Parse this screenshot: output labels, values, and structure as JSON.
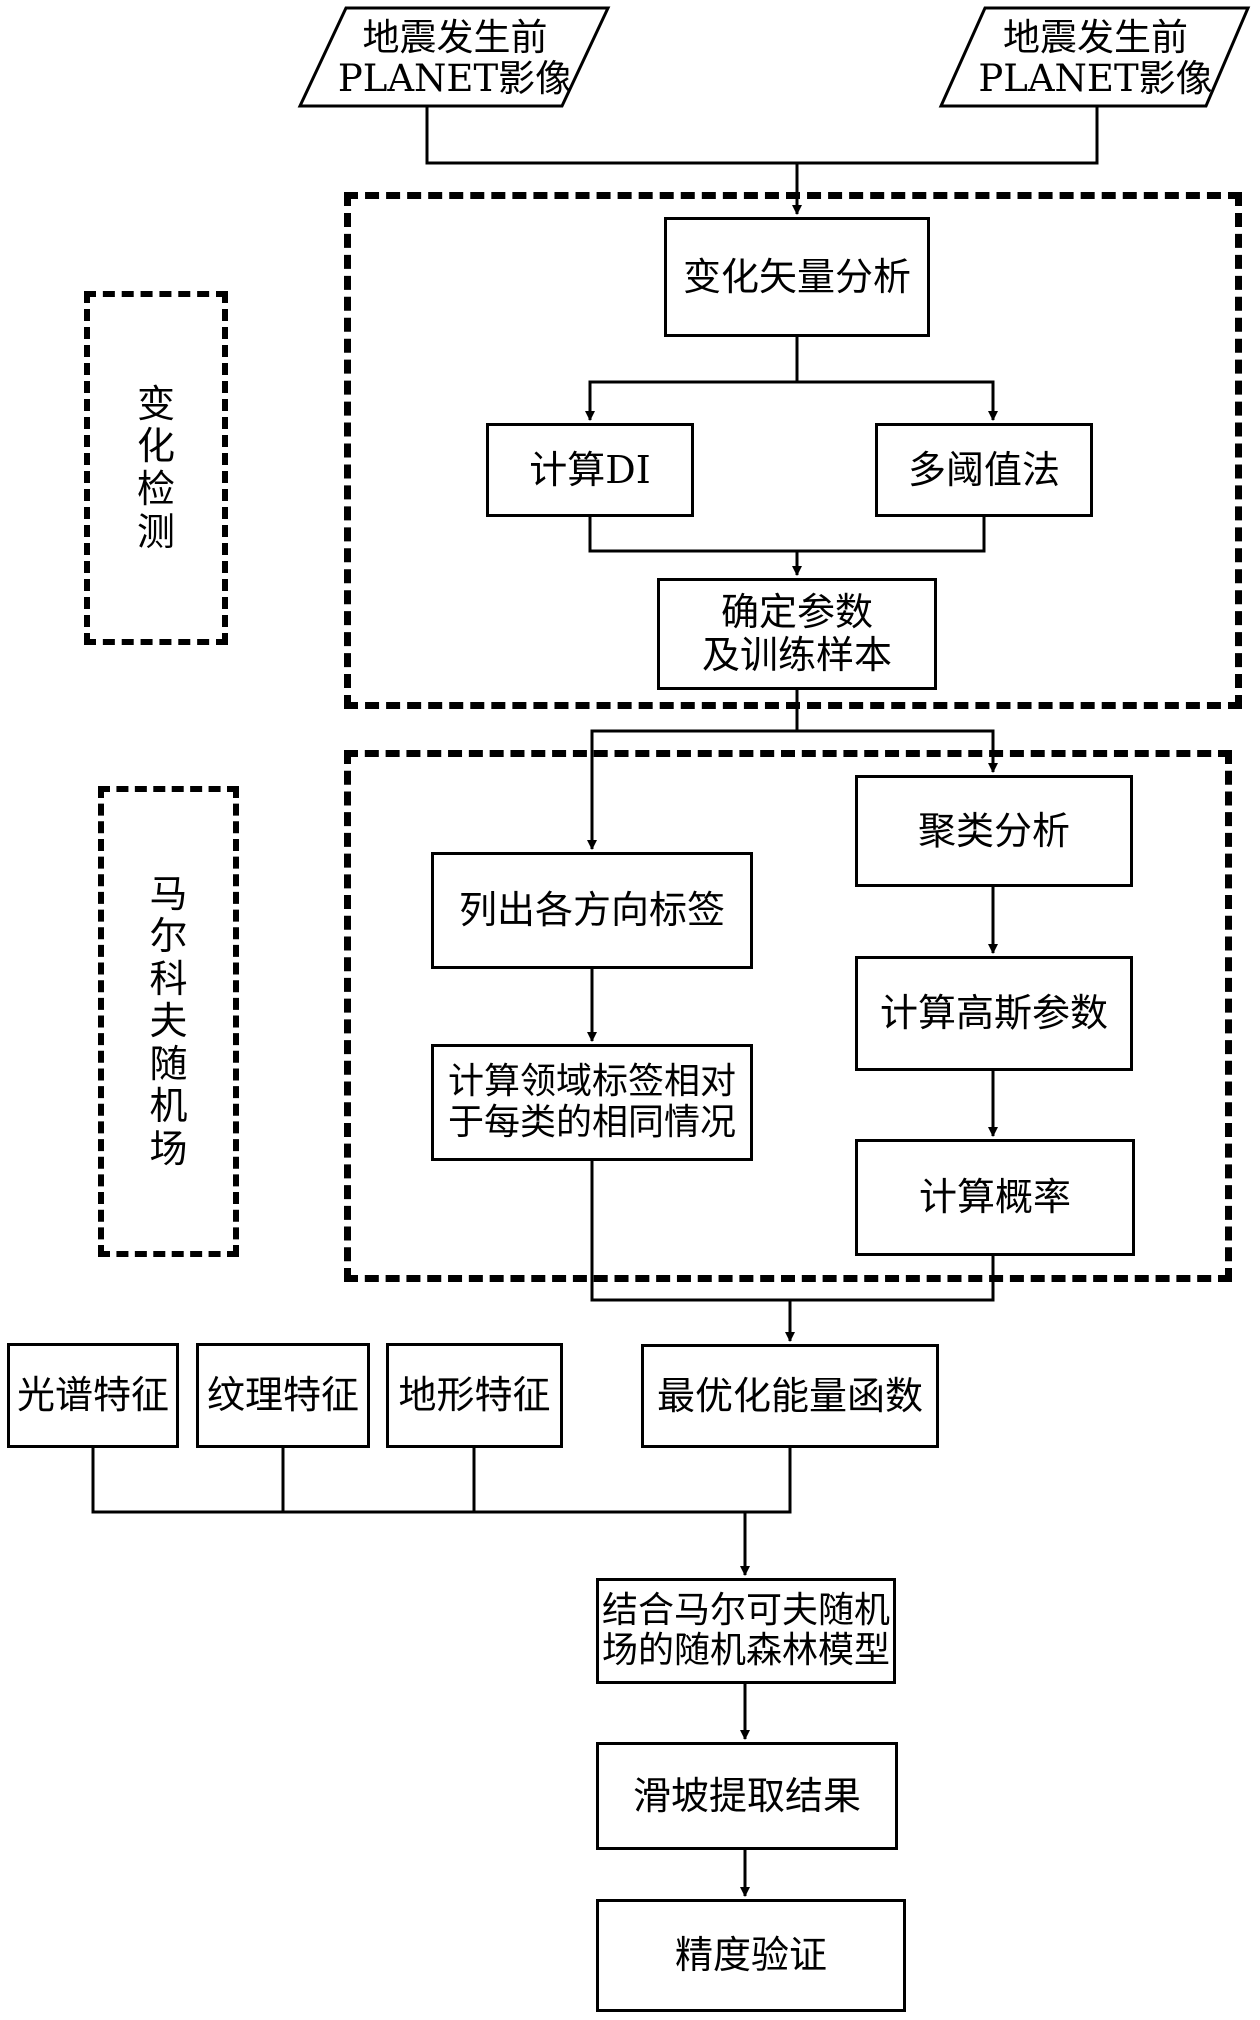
{
  "inputs": {
    "left": "地震发生前\nPLANET影像",
    "right": "地震发生前\nPLANET影像"
  },
  "change_detection": {
    "label": "变化检测",
    "vector_analysis": "变化矢量分析",
    "compute_di": "计算DI",
    "multi_threshold": "多阈值法",
    "params_samples": "确定参数\n及训练样本"
  },
  "mrf": {
    "label": "马尔科夫随机场",
    "list_labels": "列出各方向标签",
    "neighborhood": "计算领域标签相对\n于每类的相同情况",
    "clustering": "聚类分析",
    "gauss_params": "计算高斯参数",
    "probability": "计算概率"
  },
  "features": {
    "spectral": "光谱特征",
    "texture": "纹理特征",
    "terrain": "地形特征"
  },
  "energy": "最优化能量函数",
  "model": "结合马尔可夫随机\n场的随机森林模型",
  "result": "滑坡提取结果",
  "validation": "精度验证"
}
